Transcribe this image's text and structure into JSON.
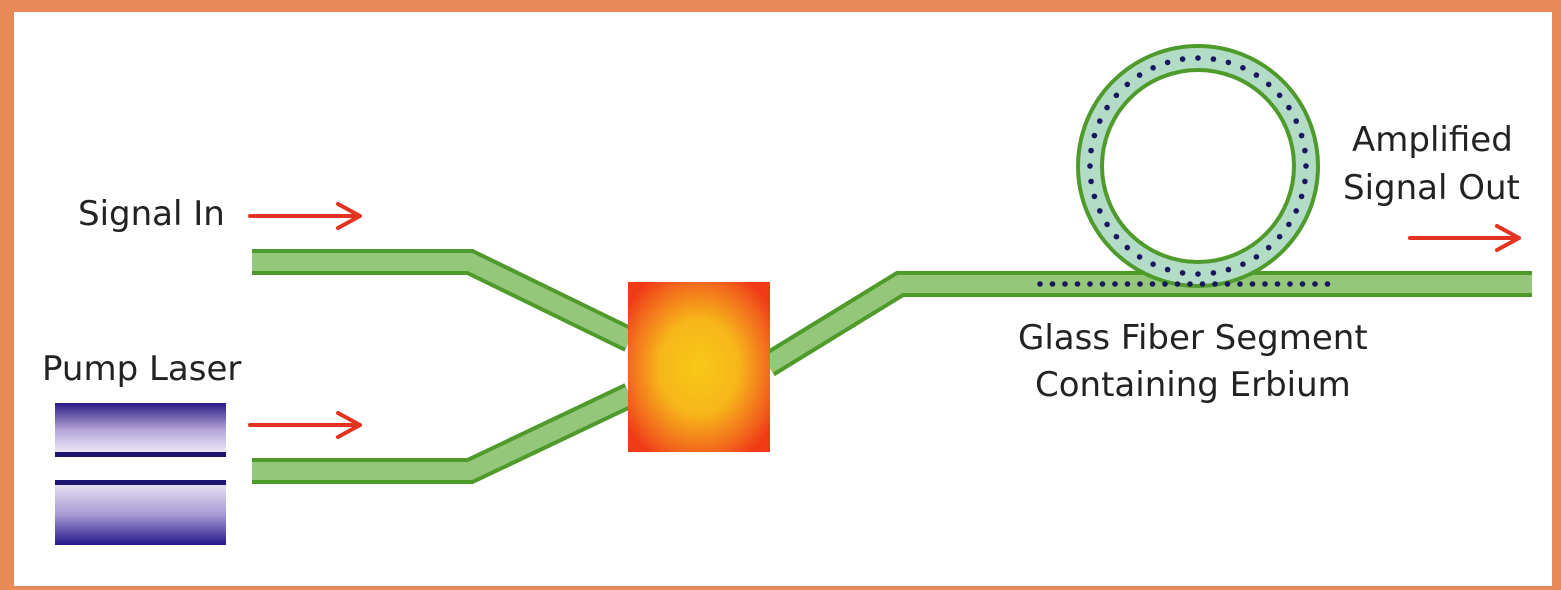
{
  "labels": {
    "signal_in": "Signal In",
    "pump_laser": "Pump Laser",
    "amplified_line1": "Amplified",
    "amplified_line2": "Signal Out",
    "glass_line1": "Glass Fiber Segment",
    "glass_line2": "Containing Erbium"
  },
  "colors": {
    "frame": "#e88a57",
    "fiber": "#94c77a",
    "fiber_edge": "#4e9b2c",
    "arrow": "#e3321f",
    "coupler_outer": "#ef3a16",
    "coupler_inner": "#f8c417",
    "laser_dark": "#1d1470",
    "laser_light": "#ece6f6",
    "erbium_dot": "#1a1760"
  },
  "icons": {
    "signal_arrow": "right-arrow-icon",
    "pump_arrow": "right-arrow-icon",
    "output_arrow": "right-arrow-icon"
  }
}
